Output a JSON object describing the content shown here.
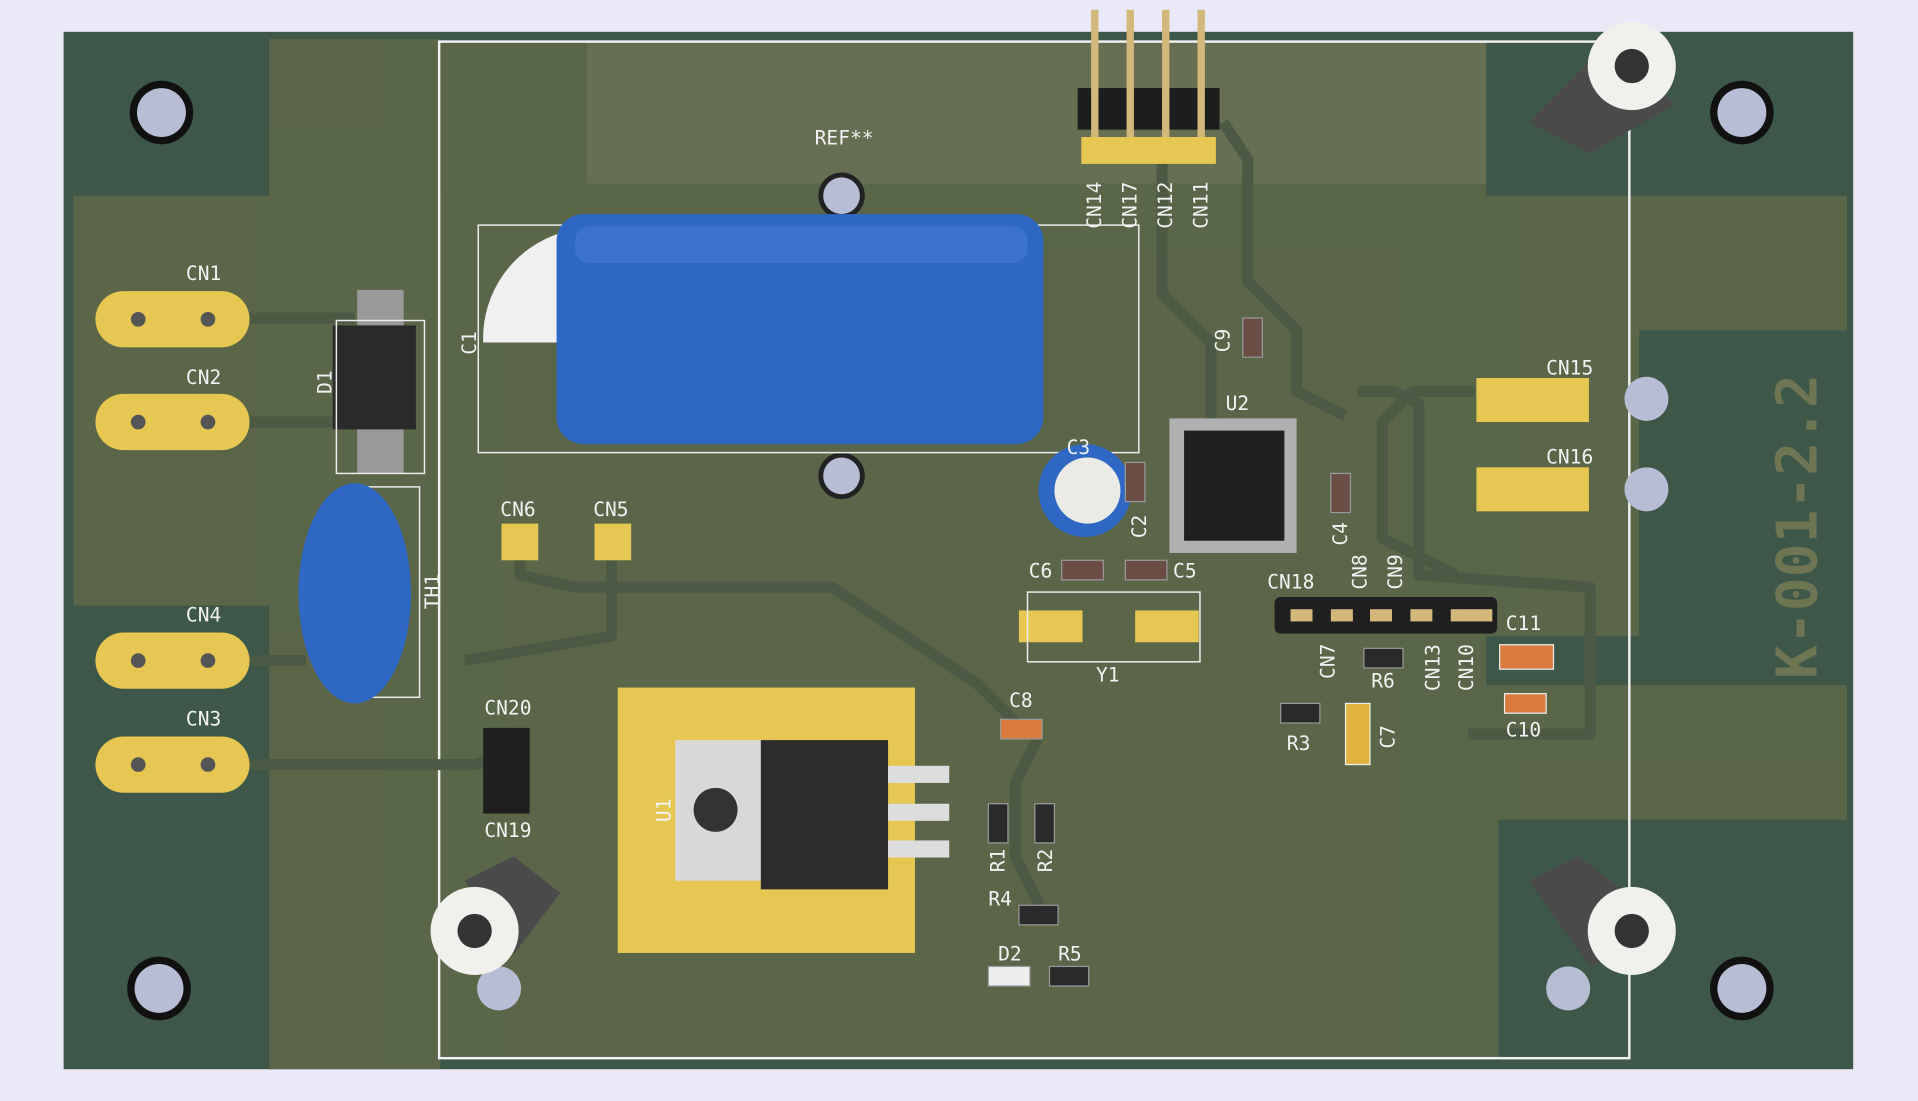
{
  "board": {
    "revision_mark": "K-001-2.2",
    "colors": {
      "background": "#e9e9f7",
      "board": "#3d5848",
      "copper_pour": "#5e6849",
      "pad": "#e6c751",
      "silk": "#f2f2f2",
      "capacitor_blue": "#2f68c4"
    }
  },
  "labels": {
    "ref": "REF**",
    "c1": "C1",
    "d1": "D1",
    "cn1": "CN1",
    "cn2": "CN2",
    "cn3": "CN3",
    "cn4": "CN4",
    "th1": "TH1",
    "cn5": "CN5",
    "cn6": "CN6",
    "cn19": "CN19",
    "cn20": "CN20",
    "u1": "U1",
    "cn14": "CN14",
    "cn17": "CN17",
    "cn12": "CN12",
    "cn11": "CN11",
    "c9": "C9",
    "u2": "U2",
    "c3": "C3",
    "c2": "C2",
    "c4": "C4",
    "c5": "C5",
    "c6": "C6",
    "y1": "Y1",
    "cn18": "CN18",
    "cn7": "CN7",
    "cn8": "CN8",
    "cn9": "CN9",
    "cn10": "CN10",
    "cn13": "CN13",
    "r6": "R6",
    "c11": "C11",
    "c10": "C10",
    "r3": "R3",
    "c7": "C7",
    "c8": "C8",
    "r1": "R1",
    "r2": "R2",
    "r4": "R4",
    "r5": "R5",
    "d2": "D2",
    "cn15": "CN15",
    "cn16": "CN16"
  }
}
